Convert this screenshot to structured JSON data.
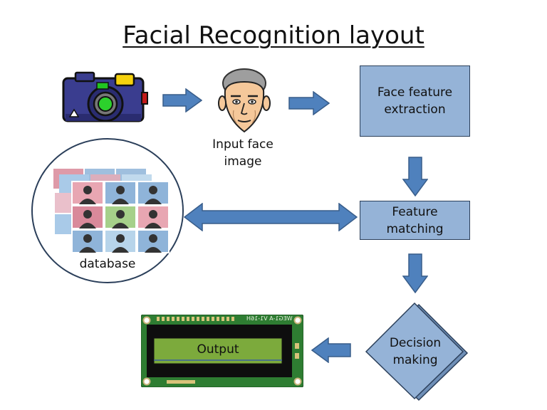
{
  "title": "Facial Recognition layout",
  "input_caption": "Input face image",
  "boxes": {
    "extraction": "Face feature extraction",
    "matching": "Feature matching",
    "decision": "Decision making"
  },
  "database_caption": "database",
  "lcd": {
    "output_text": "Output",
    "board_label": "WEG1-A   V1-16H"
  },
  "colors": {
    "box_fill": "#95b3d7",
    "arrow_fill": "#4f81bd",
    "lcd_screen": "#7caa3c",
    "pcb_green": "#2e7d32"
  }
}
